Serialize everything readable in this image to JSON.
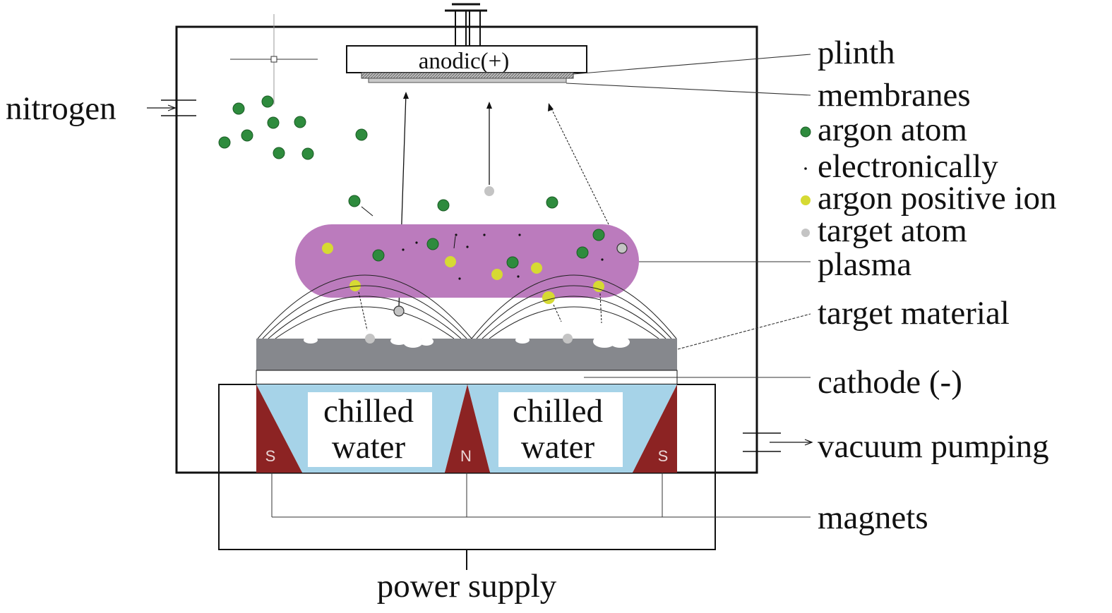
{
  "labels": {
    "anode": "anodic(+)",
    "nitrogen": "nitrogen",
    "plinth": "plinth",
    "membranes": "membranes",
    "argon_atom": "argon atom",
    "electron": "electronically",
    "argon_ion": "argon positive ion",
    "target_atom": "target atom",
    "plasma": "plasma",
    "target_material": "target material",
    "cathode": "cathode (-)",
    "water_left_1": "chilled",
    "water_left_2": "water",
    "water_right_1": "chilled",
    "water_right_2": "water",
    "vacuum": "vacuum pumping",
    "magnets": "magnets",
    "power": "power supply",
    "pole_s_left": "S",
    "pole_n": "N",
    "pole_s_right": "S"
  },
  "colors": {
    "argon_atom": "#2e8b3d",
    "argon_ion": "#d6da33",
    "target_atom": "#c4c4c4",
    "electron": "#111111",
    "plasma": "#bb7bbd",
    "target_material": "#86888d",
    "chilled_water": "#a6d3e8",
    "magnet": "#8c2323"
  },
  "icons": {
    "legend_argon": "argon-atom-dot",
    "legend_electron": "electron-dot",
    "legend_ion": "argon-ion-dot",
    "legend_target": "target-atom-dot",
    "ground": "ground-symbol"
  }
}
